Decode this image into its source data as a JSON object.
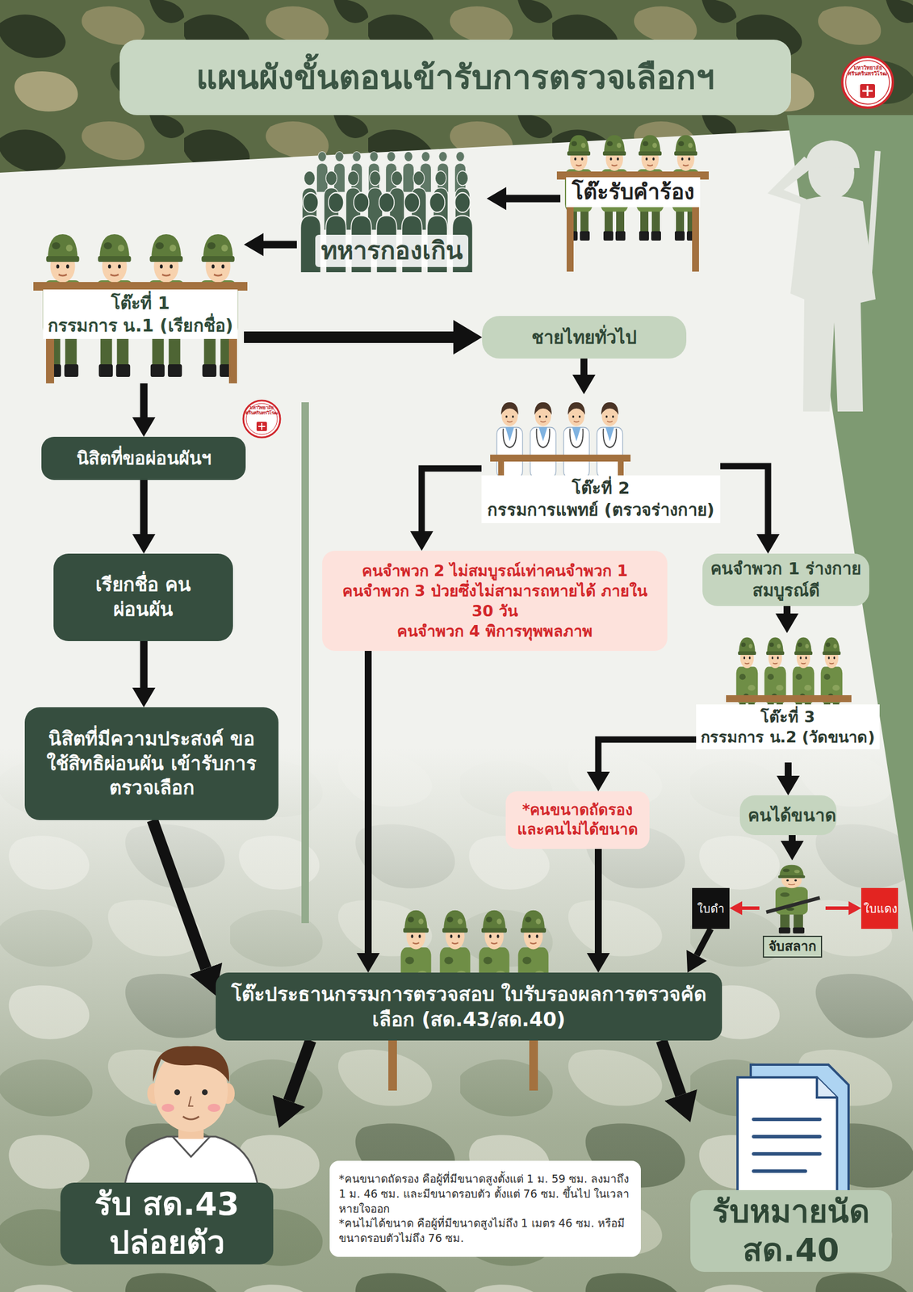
{
  "diagram": {
    "title": "แผนผังขั้นตอนเข้ารับการตรวจเลือกฯ",
    "nodes": [
      {
        "text": [
          "โต๊ะรับคำร้อง"
        ]
      },
      {
        "text": [
          "ทหารกองเกิน"
        ]
      },
      {
        "text": [
          "โต๊ะที่ 1",
          "กรรมการ น.1 (เรียกชื่อ)"
        ]
      },
      {
        "text": [
          "ชายไทยทั่วไป"
        ]
      },
      {
        "text": [
          "นิสิตที่ขอผ่อนผันฯ"
        ]
      },
      {
        "text": [
          "โต๊ะที่ 2",
          "กรรมการแพทย์ (ตรวจร่างกาย)"
        ]
      },
      {
        "text": [
          "เรียกชื่อ คนผ่อนผัน"
        ]
      },
      {
        "text": [
          "คนจำพวก 2 ไม่สมบูรณ์เท่าคนจำพวก 1",
          "คนจำพวก 3 ป่วยซึ่งไม่สามารถหายได้ ภายใน 30 วัน",
          "คนจำพวก 4 พิการทุพพลภาพ"
        ]
      },
      {
        "text": [
          "คนจำพวก 1 ร่างกายสมบูรณ์ดี"
        ]
      },
      {
        "text": [
          "นิสิตที่มีความประสงค์ ขอใช้สิทธิผ่อนผัน เข้ารับการตรวจเลือก"
        ]
      },
      {
        "text": [
          "โต๊ะที่ 3",
          "กรรมการ น.2 (วัดขนาด)"
        ]
      },
      {
        "text": [
          "*คนขนาดถัดรอง และคนไม่ได้ขนาด"
        ]
      },
      {
        "text": [
          "คนได้ขนาด"
        ]
      },
      {
        "text": [
          "จับสลาก"
        ]
      },
      {
        "text": [
          "ใบดำ"
        ]
      },
      {
        "text": [
          "ใบแดง"
        ]
      },
      {
        "text": [
          "โต๊ะประธานกรรมการตรวจสอบ ใบรับรองผลการตรวจคัดเลือก (สด.43/สด.40)"
        ]
      },
      {
        "text": [
          "รับ สด.43 ปล่อยตัว"
        ]
      },
      {
        "text": [
          "*คนขนาดถัดรอง คือผู้ที่มีขนาดสูงตั้งแต่ 1 ม. 59 ซม. ลงมาถึง 1 ม. 46 ซม. และมีขนาดรอบตัว ตั้งแต่ 76 ซม. ขึ้นไป ในเวลาหายใจออก",
          "*คนไม่ได้ขนาด คือผู้ที่มีขนาดสูงไม่ถึง 1 เมตร 46 ซม. หรือมีขนาดรอบตัวไม่ถึง 76 ซม."
        ]
      },
      {
        "text": [
          "รับหมายนัด สด.40"
        ]
      }
    ],
    "edges": [
      {
        "from": 0,
        "to": 1,
        "arrow": "to"
      },
      {
        "from": 1,
        "to": 2,
        "arrow": "to"
      },
      {
        "from": 2,
        "to": 3,
        "arrow": "to"
      },
      {
        "from": 2,
        "to": 4,
        "arrow": "to"
      },
      {
        "from": 3,
        "to": 5,
        "arrow": "to"
      },
      {
        "from": 4,
        "to": 6,
        "arrow": "to"
      },
      {
        "from": 5,
        "to": 7,
        "arrow": "to"
      },
      {
        "from": 5,
        "to": 8,
        "arrow": "to"
      },
      {
        "from": 6,
        "to": 9,
        "arrow": "to"
      },
      {
        "from": 8,
        "to": 10,
        "arrow": "to"
      },
      {
        "from": 10,
        "to": 11,
        "arrow": "to"
      },
      {
        "from": 10,
        "to": 12,
        "arrow": "to"
      },
      {
        "from": 12,
        "to": 13,
        "arrow": "to"
      },
      {
        "from": 13,
        "to": 14,
        "arrow": "to"
      },
      {
        "from": 13,
        "to": 15,
        "arrow": "to"
      },
      {
        "from": 14,
        "to": 16,
        "arrow": "to"
      },
      {
        "from": 11,
        "to": 16,
        "arrow": "to"
      },
      {
        "from": 7,
        "to": 16,
        "arrow": "to"
      },
      {
        "from": 9,
        "to": 16,
        "arrow": "to"
      },
      {
        "from": 16,
        "to": 17,
        "arrow": "to"
      },
      {
        "from": 16,
        "to": 19,
        "arrow": "to"
      }
    ],
    "labels": [
      "มหาวิทยาลัยศรีนครินทรวิโรฒ",
      "มหาวิทยาลัยศรีนครินทรวิโรฒ"
    ]
  }
}
